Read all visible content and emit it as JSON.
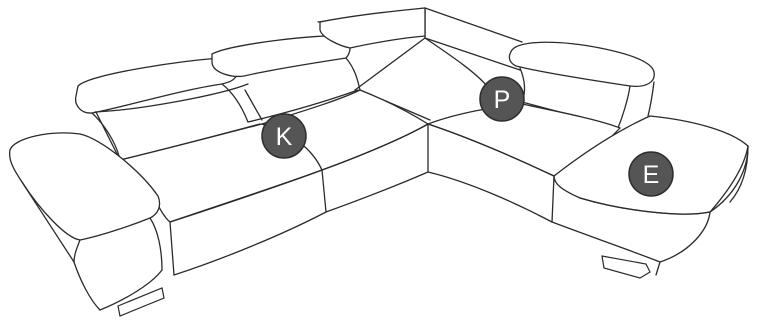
{
  "diagram": {
    "markers": [
      {
        "id": "K",
        "label": "K"
      },
      {
        "id": "P",
        "label": "P"
      },
      {
        "id": "E",
        "label": "E"
      }
    ],
    "colors": {
      "line": "#2b2b2b",
      "marker_fill": "#555555",
      "marker_text": "#ffffff",
      "background": "#ffffff"
    }
  }
}
